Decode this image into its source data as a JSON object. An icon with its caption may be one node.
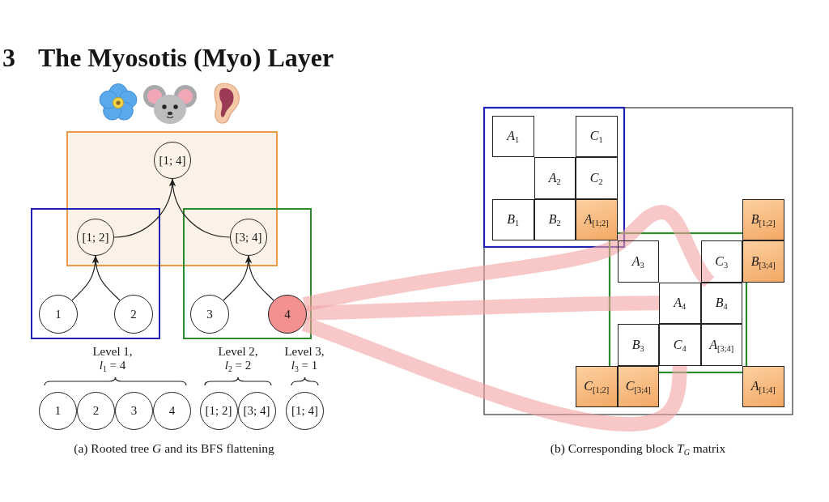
{
  "diagram": {
    "title": "The Myosotis (Myo) Layer",
    "nodes": [
      {
        "text": [
          "[1; 4]"
        ]
      },
      {
        "text": [
          "[1; 2]"
        ]
      },
      {
        "text": [
          "[3; 4]"
        ]
      },
      {
        "text": [
          "1"
        ]
      },
      {
        "text": [
          "2"
        ]
      },
      {
        "text": [
          "3"
        ]
      },
      {
        "text": [
          "4"
        ]
      },
      {
        "text": [
          "1"
        ]
      },
      {
        "text": [
          "2"
        ]
      },
      {
        "text": [
          "3"
        ]
      },
      {
        "text": [
          "4"
        ]
      },
      {
        "text": [
          "[1; 2]"
        ]
      },
      {
        "text": [
          "[3; 4]"
        ]
      },
      {
        "text": [
          "[1; 4]"
        ]
      },
      {
        "text": [
          "*A*$_{1}$"
        ]
      },
      {
        "text": [
          "*C*$_{1}$"
        ]
      },
      {
        "text": [
          "*A*$_{2}$"
        ]
      },
      {
        "text": [
          "*C*$_{2}$"
        ]
      },
      {
        "text": [
          "*B*$_{1}$"
        ]
      },
      {
        "text": [
          "*B*$_{2}$"
        ]
      },
      {
        "text": [
          "*A*$_{[1;2]}$"
        ]
      },
      {
        "text": [
          "*B*$_{[1;2]}$"
        ]
      },
      {
        "text": [
          "*A*$_{3}$"
        ]
      },
      {
        "text": [
          "*C*$_{3}$"
        ]
      },
      {
        "text": [
          "*B*$_{[3;4]}$"
        ]
      },
      {
        "text": [
          "*A*$_{4}$"
        ]
      },
      {
        "text": [
          "*B*$_{4}$"
        ]
      },
      {
        "text": [
          "*B*$_{3}$"
        ]
      },
      {
        "text": [
          "*C*$_{4}$"
        ]
      },
      {
        "text": [
          "*A*$_{[3;4]}$"
        ]
      },
      {
        "text": [
          "*C*$_{[1;2]}$"
        ]
      },
      {
        "text": [
          "*C*$_{[3;4]}$"
        ]
      },
      {
        "text": [
          "*A*$_{[1;4]}$"
        ]
      }
    ],
    "edges": [
      {
        "from": 3,
        "to": 1,
        "arrow": "to"
      },
      {
        "from": 4,
        "to": 1,
        "arrow": "to"
      },
      {
        "from": 5,
        "to": 2,
        "arrow": "to"
      },
      {
        "from": 6,
        "to": 2,
        "arrow": "to"
      },
      {
        "from": 1,
        "to": 0,
        "arrow": "to"
      },
      {
        "from": 2,
        "to": 0,
        "arrow": "to"
      },
      {
        "from": 6,
        "to": 26,
        "arrow": "none",
        "style": "thick",
        "color": "#f4a3a3"
      },
      {
        "from": 6,
        "to": 25,
        "arrow": "none",
        "style": "thick",
        "color": "#f4a3a3"
      },
      {
        "from": 6,
        "to": 28,
        "arrow": "none",
        "style": "thick",
        "color": "#f4a3a3"
      }
    ],
    "labels": [
      "3",
      "Level 1, *l*$_{1}$ = 4",
      "Level 2, *l*$_{2}$ = 2",
      "Level 3, *l*$_{3}$ = 1",
      "(a) Rooted tree *G* and its BFS flattening",
      "(b) Corresponding block *T*$_{G}$ matrix"
    ]
  }
}
